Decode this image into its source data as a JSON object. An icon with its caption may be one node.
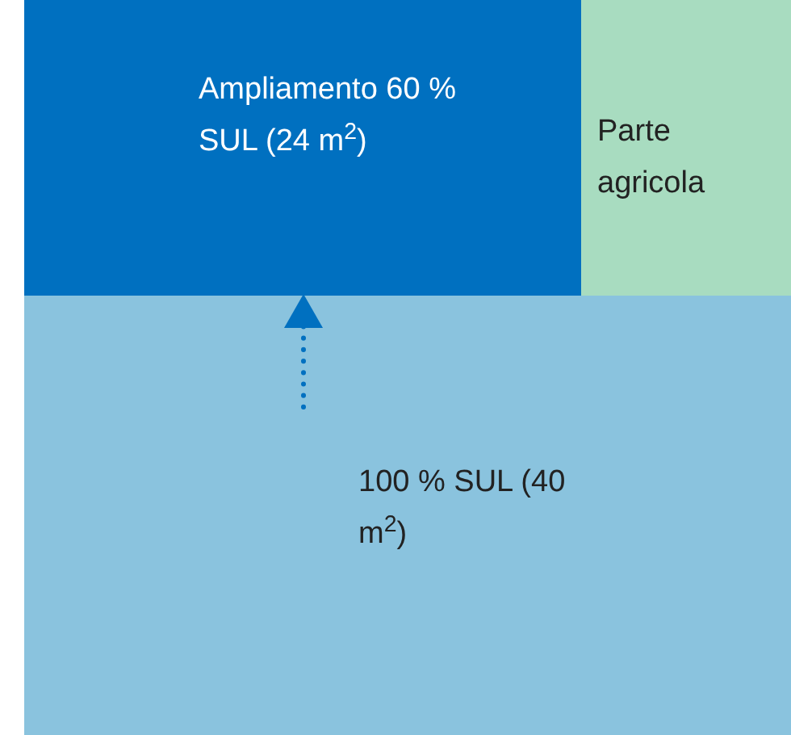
{
  "diagram": {
    "nodes": [
      {
        "text": [
          "100 % SUL (40 m$^{2}$)"
        ]
      },
      {
        "text": [
          "Ampliamento 60 % SUL (24 m$^{2}$)"
        ]
      },
      {
        "text": [
          "Parte agricola"
        ]
      }
    ],
    "edges": [
      {
        "from": 0,
        "to": 1,
        "arrow": "to",
        "style": "dashed"
      }
    ]
  }
}
